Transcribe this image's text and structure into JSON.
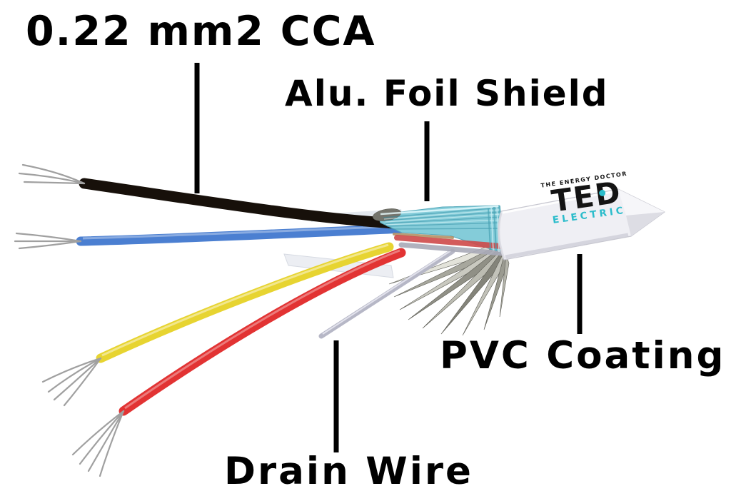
{
  "labels": {
    "cca": "0.22 mm2 CCA",
    "foil": "Alu. Foil Shield",
    "pvc": "PVC Coating",
    "drain": "Drain Wire"
  },
  "logo": {
    "tagline": "THE ENERGY DOCTOR",
    "name": "TED",
    "division": "ELECTRIC",
    "accent": "#2bbccb",
    "text_color": "#141414"
  },
  "colors": {
    "background": "#ffffff",
    "label_text": "#000000",
    "callout_line": "#000000",
    "foil_shield": "#84ccd9",
    "pvc_jacket": "#efeff4",
    "wire_black": "#17100a",
    "wire_blue": "#4b7fd1",
    "wire_yellow": "#e7d431",
    "wire_red": "#e23333",
    "drain_wire": "#b6b7c6",
    "bare_strands": "#a0a0a0",
    "foil_strip": "#a9a99f"
  }
}
